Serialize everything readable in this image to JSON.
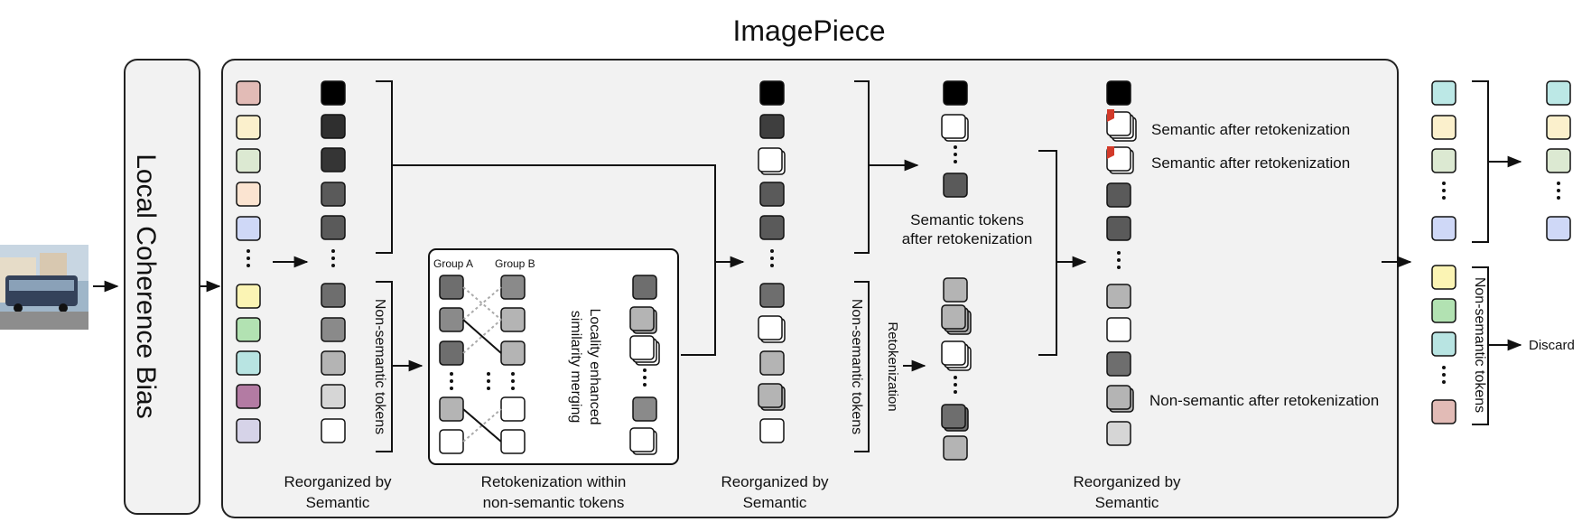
{
  "title": "ImagePiece",
  "bias_label": "Local Coherence Bias",
  "labels": {
    "semantic_after_1": "Semantic after retokenization",
    "semantic_after_2": "Semantic after retokenization",
    "semantic_tokens_line1": "Semantic tokens",
    "semantic_tokens_line2": "after retokenization",
    "non_semantic_after": "Non-semantic after retokenization",
    "non_semantic_tokens": "Non-semantic tokens",
    "retokenization": "Retokenization",
    "group_a": "Group A",
    "group_b": "Group B",
    "merge_line1": "Locality enhanced",
    "merge_line2": "similarity merging",
    "discard": "Discard"
  },
  "captions": {
    "reorg1_line1": "Reorganized by",
    "reorg1_line2": "Semantic",
    "retok_line1": "Retokenization within",
    "retok_line2": "non-semantic tokens",
    "reorg2_line1": "Reorganized by",
    "reorg2_line2": "Semantic",
    "reorg3_line1": "Reorganized by",
    "reorg3_line2": "Semantic"
  },
  "colors": {
    "panel_fill": "#f2f2f2",
    "panel_stroke": "#222222",
    "black": "#000000",
    "dark": "#3a3a3a",
    "mid": "#5a5a5a",
    "gray": "#8a8a8a",
    "light": "#b4b4b4",
    "pale": "#d6d6d6",
    "flag": "#d23a2a"
  },
  "input_tokens": [
    "#e2bbb6",
    "#fbf0cc",
    "#dce9d2",
    "#fbe4d1",
    "#cfd8f7",
    "#fbf4b4",
    "#b2e2b2",
    "#b8e4e2",
    "#b37ba3",
    "#d6d3e8"
  ],
  "output_semantic": [
    "#bce8e6",
    "#fbf0cc",
    "#dce9d2",
    "#cfd8f7"
  ],
  "output_nonsemantic": [
    "#fbf4b4",
    "#b2e2b2",
    "#b8e4e2",
    "#e2bbb6"
  ]
}
